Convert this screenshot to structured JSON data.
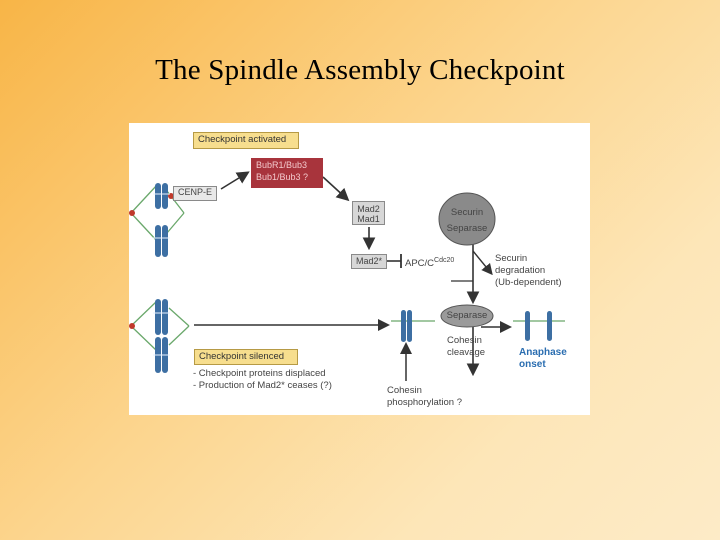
{
  "slide": {
    "title": "The Spindle Assembly Checkpoint"
  },
  "diagram": {
    "checkpoint_activated": "Checkpoint activated",
    "bubr1_bub3": "BubR1/Bub3",
    "bub1_bub3": "Bub1/Bub3 ?",
    "cenp_e": "CENP-E",
    "mad2": "Mad2",
    "mad1": "Mad1",
    "securin": "Securin",
    "separase": "Separase",
    "mad2_star": "Mad2*",
    "apc_c": "APC/C",
    "apc_sup": "Cdc20",
    "securin_degradation_1": "Securin",
    "securin_degradation_2": "degradation",
    "securin_degradation_3": "(Ub-dependent)",
    "separase_2": "Separase",
    "cohesin_cleavage_1": "Cohesin",
    "cohesin_cleavage_2": "cleavage",
    "anaphase_1": "Anaphase",
    "anaphase_2": "onset",
    "checkpoint_silenced": "Checkpoint silenced",
    "silenced_note_1": "- Checkpoint proteins displaced",
    "silenced_note_2": "- Production of Mad2* ceases (?)",
    "cohesin_phos_1": "Cohesin",
    "cohesin_phos_2": "phosphorylation ?"
  }
}
